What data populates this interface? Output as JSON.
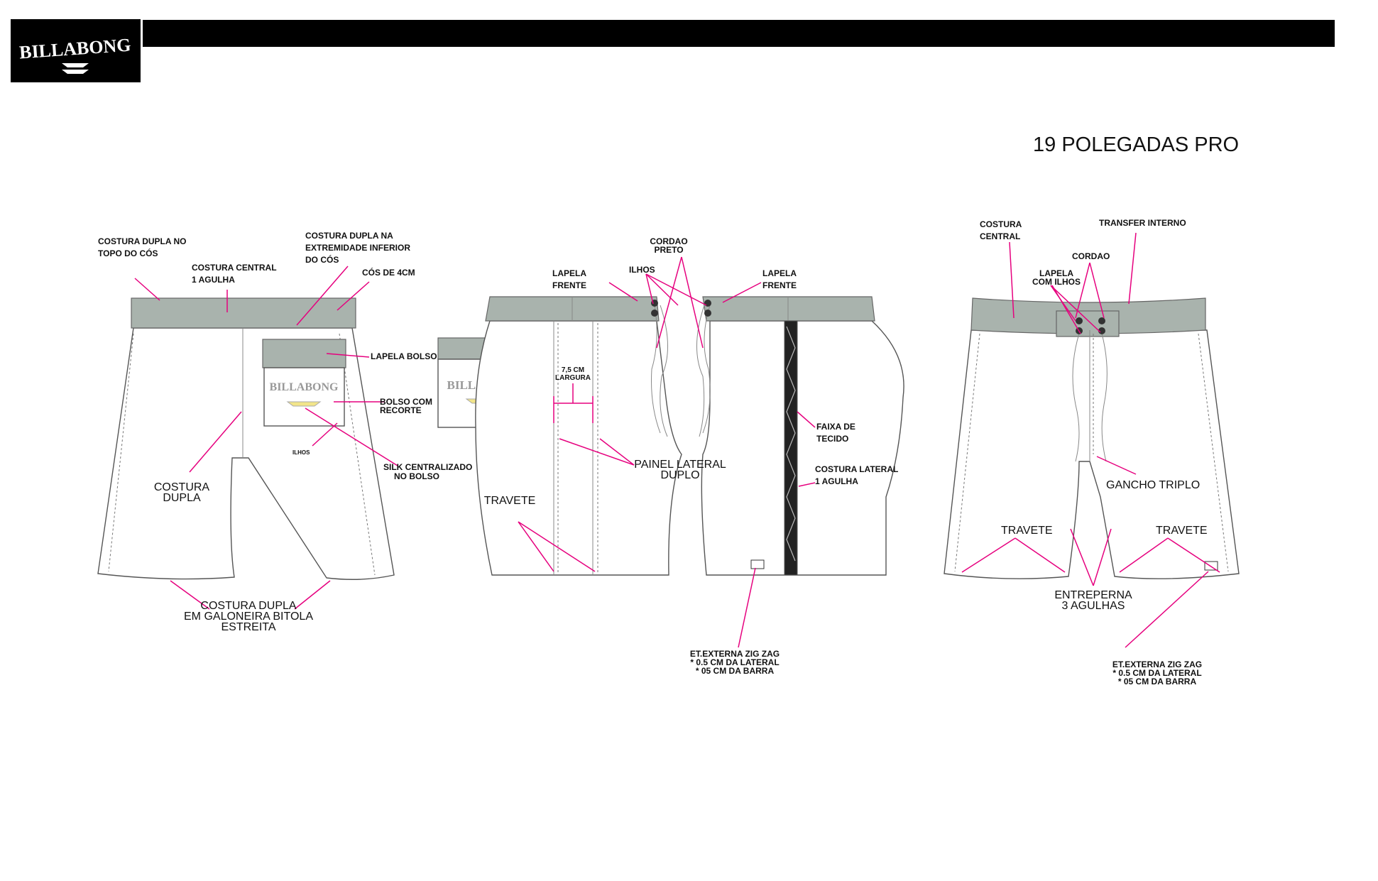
{
  "brand": {
    "logo_text": "BILLABONG"
  },
  "title": "19 POLEGADAS PRO",
  "views": {
    "back": {
      "labels": {
        "costura_dupla_topo": [
          "COSTURA DUPLA NO",
          "TOPO DO CÓS"
        ],
        "costura_central": [
          "COSTURA CENTRAL",
          "1 AGULHA"
        ],
        "costura_dupla_extremidade": [
          "COSTURA DUPLA NA",
          "EXTREMIDADE INFERIOR",
          "DO CÓS"
        ],
        "cos_4cm": "CÓS DE 4CM",
        "lapela_bolso": "LAPELA BOLSO",
        "bolso_com_recorte": [
          "BOLSO COM",
          "RECORTE"
        ],
        "ilhos": "ILHOS",
        "silk_centralizado": [
          "SILK CENTRALIZADO",
          "NO BOLSO"
        ],
        "costura_dupla": [
          "COSTURA",
          "DUPLA"
        ],
        "costura_dupla_galoneira": [
          "COSTURA DUPLA",
          "EM GALONEIRA BITOLA",
          "ESTREITA"
        ]
      }
    },
    "side": {
      "labels": {
        "cordao_preto": [
          "CORDAO",
          "PRETO"
        ],
        "lapela_frente_left": [
          "LAPELA",
          "FRENTE"
        ],
        "ilhos": "ILHOS",
        "lapela_frente_right": [
          "LAPELA",
          "FRENTE"
        ],
        "largura": [
          "7,5 CM",
          "LARGURA"
        ],
        "faixa_de_tecido": [
          "FAIXA DE",
          "TECIDO"
        ],
        "painel_lateral": [
          "PAINEL LATERAL",
          "DUPLO"
        ],
        "costura_lateral": [
          "COSTURA LATERAL",
          "1 AGULHA"
        ],
        "travete": "TRAVETE",
        "etiqueta_externa": [
          "ET.EXTERNA ZIG ZAG",
          "* 0.5 CM DA LATERAL",
          "* 05 CM DA BARRA"
        ]
      }
    },
    "front": {
      "labels": {
        "costura_central": [
          "COSTURA",
          "CENTRAL"
        ],
        "transfer_interno": "TRANSFER INTERNO",
        "cordao": "CORDAO",
        "lapela_com_ilhos": [
          "LAPELA",
          "COM ILHOS"
        ],
        "gancho_triplo": "GANCHO TRIPLO",
        "travete_left": "TRAVETE",
        "travete_right": "TRAVETE",
        "entreperna": [
          "ENTREPERNA",
          "3 AGULHAS"
        ],
        "etiqueta_externa": [
          "ET.EXTERNA ZIG ZAG",
          "* 0.5 CM DA LATERAL",
          "* 05 CM DA BARRA"
        ]
      }
    }
  },
  "colors": {
    "waistband": "#a9b3ad",
    "leader_line": "#e6007e",
    "header": "#000000",
    "accent_logo": "#f2e58a"
  }
}
